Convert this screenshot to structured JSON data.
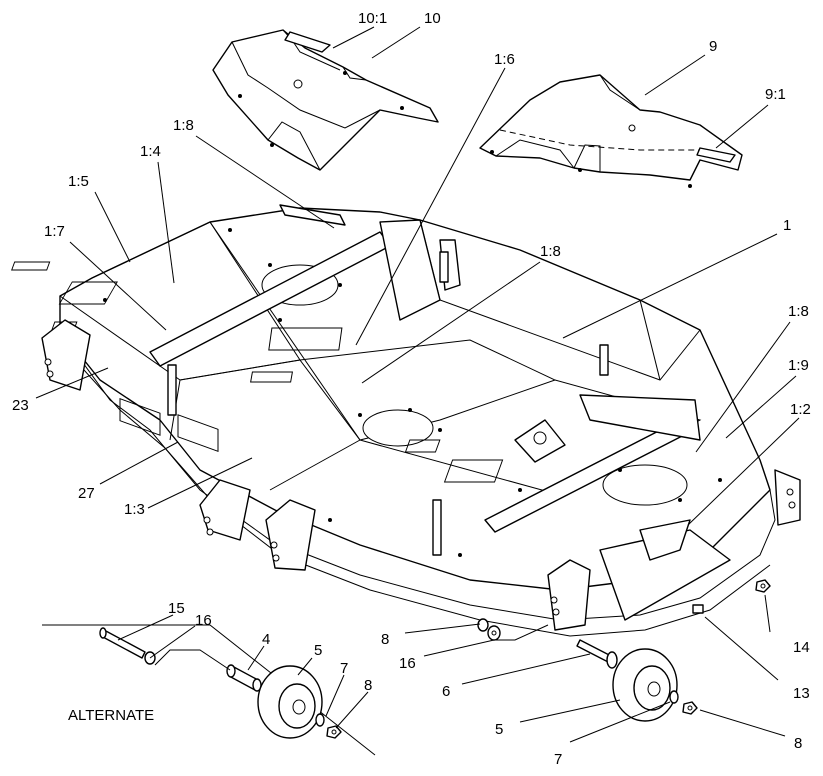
{
  "callouts": {
    "c10_1": "10:1",
    "c10": "10",
    "c1_6": "1:6",
    "c9": "9",
    "c9_1": "9:1",
    "c1_8_top": "1:8",
    "c1_4": "1:4",
    "c1_5": "1:5",
    "c1_7": "1:7",
    "c1_8_mid": "1:8",
    "c1": "1",
    "c1_8_right": "1:8",
    "c1_9": "1:9",
    "c1_2": "1:2",
    "c23": "23",
    "c27": "27",
    "c1_3": "1:3",
    "c15": "15",
    "c16_left": "16",
    "c4": "4",
    "c5_left": "5",
    "c7_left": "7",
    "c8_left": "8",
    "c8_mid": "8",
    "c16_mid": "16",
    "c6": "6",
    "c14": "14",
    "c13": "13",
    "c5_right": "5",
    "c8_right": "8",
    "c7_right": "7"
  },
  "alternate_label": "ALTERNATE"
}
